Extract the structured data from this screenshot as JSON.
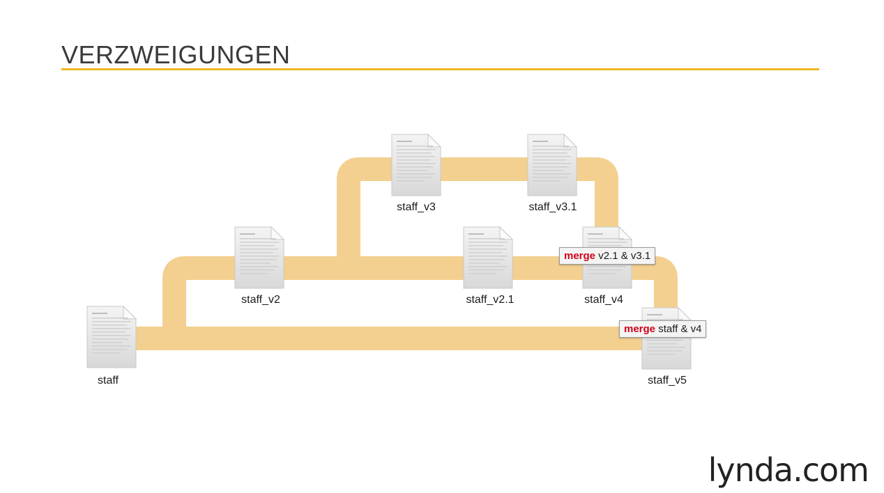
{
  "title": "VERZWEIGUNGEN",
  "documents": [
    {
      "id": "staff",
      "label": "staff"
    },
    {
      "id": "staff_v2",
      "label": "staff_v2"
    },
    {
      "id": "staff_v3",
      "label": "staff_v3"
    },
    {
      "id": "staff_v3_1",
      "label": "staff_v3.1"
    },
    {
      "id": "staff_v2_1",
      "label": "staff_v2.1"
    },
    {
      "id": "staff_v4",
      "label": "staff_v4"
    },
    {
      "id": "staff_v5",
      "label": "staff_v5"
    }
  ],
  "merges": [
    {
      "keyword": "merge",
      "text": "v2.1 & v3.1"
    },
    {
      "keyword": "merge",
      "text": "staff & v4"
    }
  ],
  "colors": {
    "accent": "#f1b61e",
    "path": "#f3d08f",
    "merge_keyword": "#d0021b"
  },
  "brand": {
    "name": "lynda",
    "suffix": ".com"
  }
}
